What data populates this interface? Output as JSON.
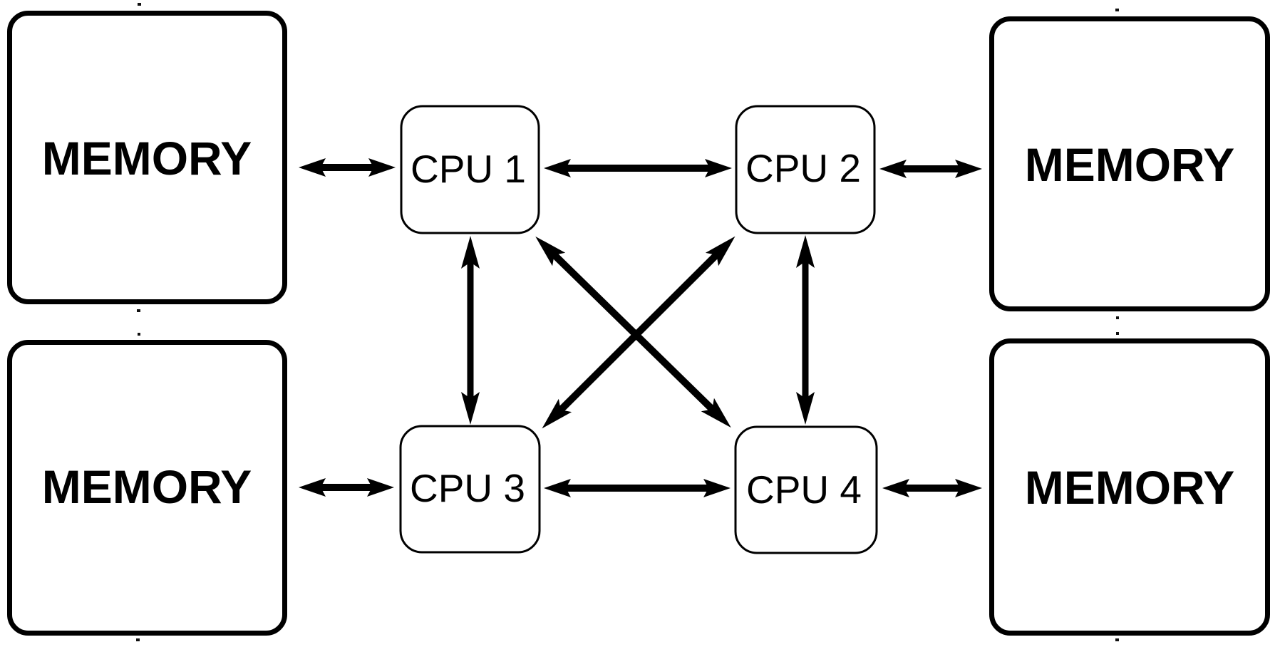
{
  "diagram": {
    "type": "architecture-diagram",
    "background_color": "#ffffff",
    "stroke_color": "#000000",
    "node_fill_color": "#ffffff",
    "nodes": {
      "memory_top_left": {
        "label": "MEMORY",
        "kind": "memory"
      },
      "memory_top_right": {
        "label": "MEMORY",
        "kind": "memory"
      },
      "memory_bottom_left": {
        "label": "MEMORY",
        "kind": "memory"
      },
      "memory_bottom_right": {
        "label": "MEMORY",
        "kind": "memory"
      },
      "cpu1": {
        "label": "CPU 1",
        "kind": "cpu"
      },
      "cpu2": {
        "label": "CPU 2",
        "kind": "cpu"
      },
      "cpu3": {
        "label": "CPU 3",
        "kind": "cpu"
      },
      "cpu4": {
        "label": "CPU 4",
        "kind": "cpu"
      }
    },
    "edges": [
      {
        "from": "memory_top_left",
        "to": "cpu1",
        "bidirectional": true
      },
      {
        "from": "cpu1",
        "to": "cpu2",
        "bidirectional": true
      },
      {
        "from": "cpu2",
        "to": "memory_top_right",
        "bidirectional": true
      },
      {
        "from": "memory_bottom_left",
        "to": "cpu3",
        "bidirectional": true
      },
      {
        "from": "cpu3",
        "to": "cpu4",
        "bidirectional": true
      },
      {
        "from": "cpu4",
        "to": "memory_bottom_right",
        "bidirectional": true
      },
      {
        "from": "cpu1",
        "to": "cpu3",
        "bidirectional": true
      },
      {
        "from": "cpu2",
        "to": "cpu4",
        "bidirectional": true
      },
      {
        "from": "cpu1",
        "to": "cpu4",
        "bidirectional": true
      },
      {
        "from": "cpu2",
        "to": "cpu3",
        "bidirectional": true
      }
    ]
  }
}
